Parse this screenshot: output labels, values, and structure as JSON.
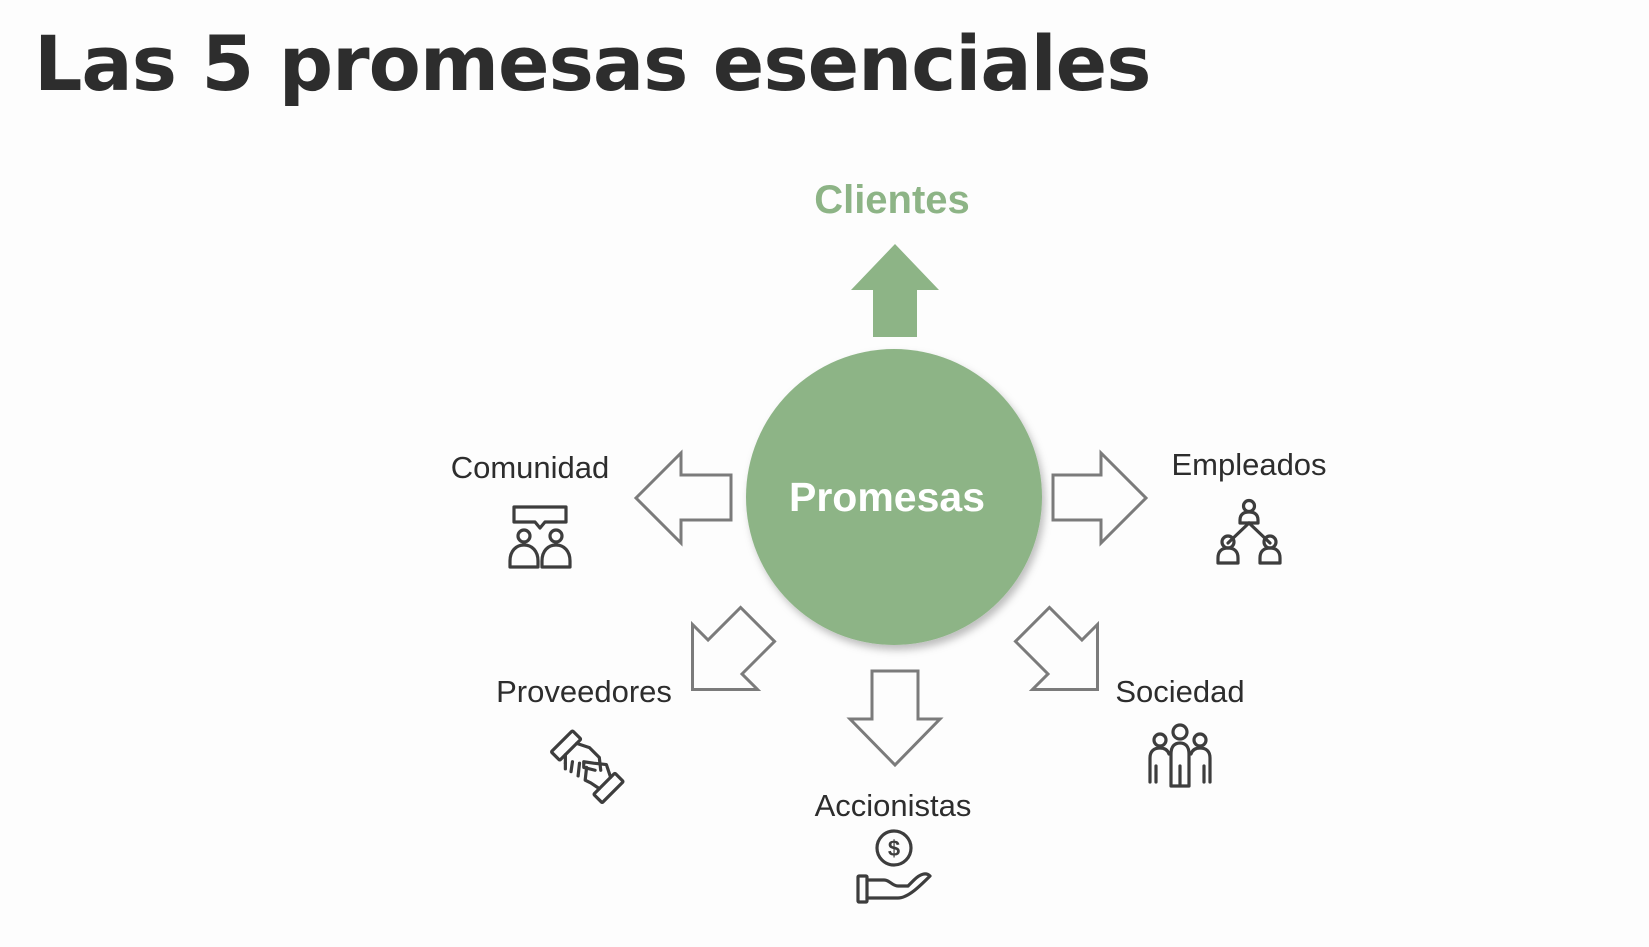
{
  "title": "Las 5 promesas esenciales",
  "colors": {
    "accent": "#8db486",
    "outline": "#7b7b7b",
    "text": "#2d2d2d",
    "icon": "#3d3d3d",
    "center_text": "#ffffff"
  },
  "center": {
    "label": "Promesas"
  },
  "stakeholders": [
    {
      "key": "clientes",
      "label": "Clientes",
      "highlighted": true,
      "icon": ""
    },
    {
      "key": "comunidad",
      "label": "Comunidad",
      "highlighted": false,
      "icon": "group-chat-icon"
    },
    {
      "key": "empleados",
      "label": "Empleados",
      "highlighted": false,
      "icon": "org-chart-icon"
    },
    {
      "key": "proveedores",
      "label": "Proveedores",
      "highlighted": false,
      "icon": "handshake-icon"
    },
    {
      "key": "accionistas",
      "label": "Accionistas",
      "highlighted": false,
      "icon": "coin-hand-icon"
    },
    {
      "key": "sociedad",
      "label": "Sociedad",
      "highlighted": false,
      "icon": "people-group-icon"
    }
  ]
}
